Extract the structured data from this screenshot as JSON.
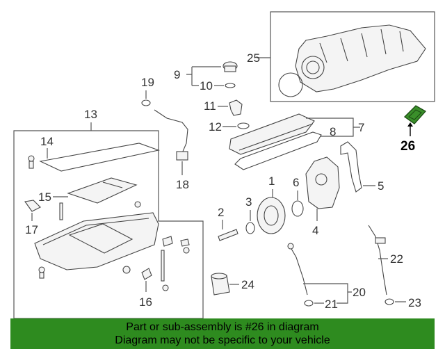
{
  "callouts": {
    "c1": "1",
    "c2": "2",
    "c3": "3",
    "c4": "4",
    "c5": "5",
    "c6": "6",
    "c7": "7",
    "c8": "8",
    "c9": "9",
    "c10": "10",
    "c11": "11",
    "c12": "12",
    "c13": "13",
    "c14": "14",
    "c15": "15",
    "c16": "16",
    "c17": "17",
    "c18": "18",
    "c19": "19",
    "c20": "20",
    "c21": "21",
    "c22": "22",
    "c23": "23",
    "c24": "24",
    "c25": "25",
    "c26": "26"
  },
  "highlight_color": "#3a8f2a",
  "banner": {
    "line1": "Part or sub-assembly is #26 in diagram",
    "line2": "Diagram may not be specific to your vehicle",
    "background": "#2e8b1f"
  }
}
